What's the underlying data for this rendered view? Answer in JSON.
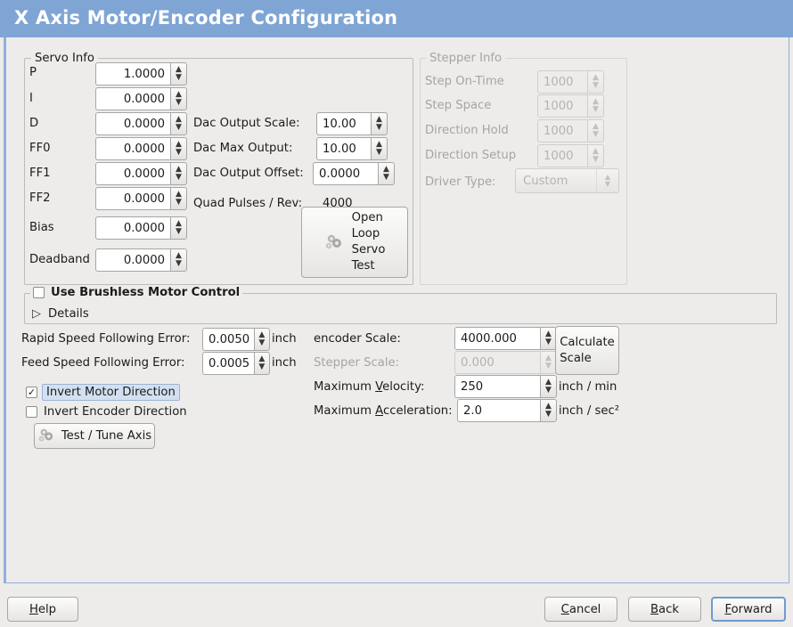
{
  "window": {
    "title": "X Axis Motor/Encoder Configuration",
    "title_bar_color": "#7fa5d4",
    "background_color": "#edecea"
  },
  "servo_info": {
    "legend": "Servo Info",
    "rows": [
      {
        "label": "P",
        "value": "1.0000"
      },
      {
        "label": "I",
        "value": "0.0000"
      },
      {
        "label": "D",
        "value": "0.0000"
      },
      {
        "label": "FF0",
        "value": "0.0000"
      },
      {
        "label": "FF1",
        "value": "0.0000"
      },
      {
        "label": "FF2",
        "value": "0.0000"
      },
      {
        "label": "Bias",
        "value": "0.0000"
      },
      {
        "label": "Deadband",
        "value": "0.0000"
      }
    ],
    "dac": {
      "output_scale_label": "Dac Output Scale:",
      "output_scale_value": "10.00",
      "max_output_label": "Dac Max Output:",
      "max_output_value": "10.00",
      "output_offset_label": "Dac Output Offset:",
      "output_offset_value": "0.0000",
      "quad_pulses_label": "Quad Pulses / Rev:",
      "quad_pulses_value": "4000"
    },
    "open_loop_button": {
      "line1": "Open",
      "line2": "Loop",
      "line3": "Servo",
      "line4": "Test",
      "icon": "gears-icon"
    }
  },
  "stepper_info": {
    "legend": "Stepper Info",
    "enabled": false,
    "rows": [
      {
        "label": "Step On-Time",
        "value": "1000"
      },
      {
        "label": "Step Space",
        "value": "1000"
      },
      {
        "label": "Direction Hold",
        "value": "1000"
      },
      {
        "label": "Direction Setup",
        "value": "1000"
      }
    ],
    "driver_type_label": "Driver Type:",
    "driver_type_value": "Custom"
  },
  "brushless": {
    "checkbox_label": "Use Brushless Motor Control",
    "checked": false,
    "details_label": "Details",
    "details_expanded": false
  },
  "tuning": {
    "rapid_following_error_label": "Rapid Speed Following Error:",
    "rapid_following_error_value": "0.0050",
    "rapid_following_error_unit": "inch",
    "feed_following_error_label": "Feed Speed Following Error:",
    "feed_following_error_value": "0.0005",
    "feed_following_error_unit": "inch",
    "invert_motor_label": "Invert Motor Direction",
    "invert_motor_checked": true,
    "invert_encoder_label": "Invert Encoder Direction",
    "invert_encoder_checked": false,
    "test_tune_button": "Test / Tune Axis"
  },
  "scales": {
    "encoder_scale_label": "encoder Scale:",
    "encoder_scale_value": "4000.000",
    "stepper_scale_label": "Stepper Scale:",
    "stepper_scale_value": "0.000",
    "stepper_scale_enabled": false,
    "calculate_button_line1": "Calculate",
    "calculate_button_line2": "Scale",
    "max_velocity_label_pre": "Maximum ",
    "max_velocity_label_mn": "V",
    "max_velocity_label_post": "elocity:",
    "max_velocity_value": "250",
    "max_velocity_unit": "inch / min",
    "max_accel_label_pre": "Maximum ",
    "max_accel_label_mn": "A",
    "max_accel_label_post": "cceleration:",
    "max_accel_value": "2.0",
    "max_accel_unit": "inch / sec²"
  },
  "footer": {
    "help_pre": "",
    "help_mn": "H",
    "help_post": "elp",
    "cancel_pre": "",
    "cancel_mn": "C",
    "cancel_post": "ancel",
    "back_pre": "",
    "back_mn": "B",
    "back_post": "ack",
    "forward_pre": "",
    "forward_mn": "F",
    "forward_post": "orward",
    "focused_button": "forward",
    "focus_color": "#6f9ad4"
  }
}
